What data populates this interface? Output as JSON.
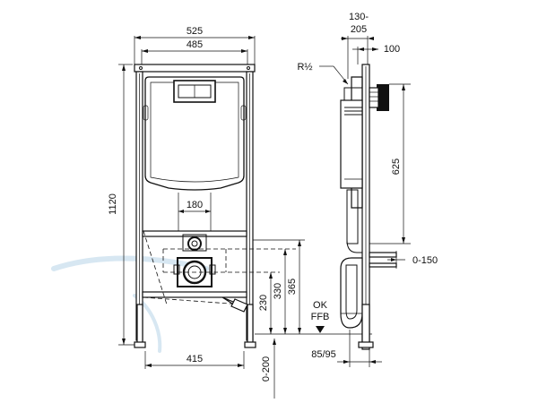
{
  "front_view": {
    "dims": {
      "width_outer": "525",
      "width_inner": "485",
      "height_total": "1120",
      "pipe_spacing": "180",
      "foot_spacing": "415",
      "drain_height": "230",
      "inlet_height": "330",
      "stud_height": "365",
      "foot_adjust": "0-200"
    },
    "floor_label": "OK\nFFB"
  },
  "side_view": {
    "dims": {
      "depth_range": "130-\n205",
      "depth_fixed": "100",
      "thread": "R½",
      "cistern_height": "625",
      "bolt_range": "0-150",
      "outlet_offset": "85/95"
    }
  },
  "colors": {
    "line": "#111111",
    "watermark": "#d7e7f2",
    "background": "#ffffff"
  }
}
